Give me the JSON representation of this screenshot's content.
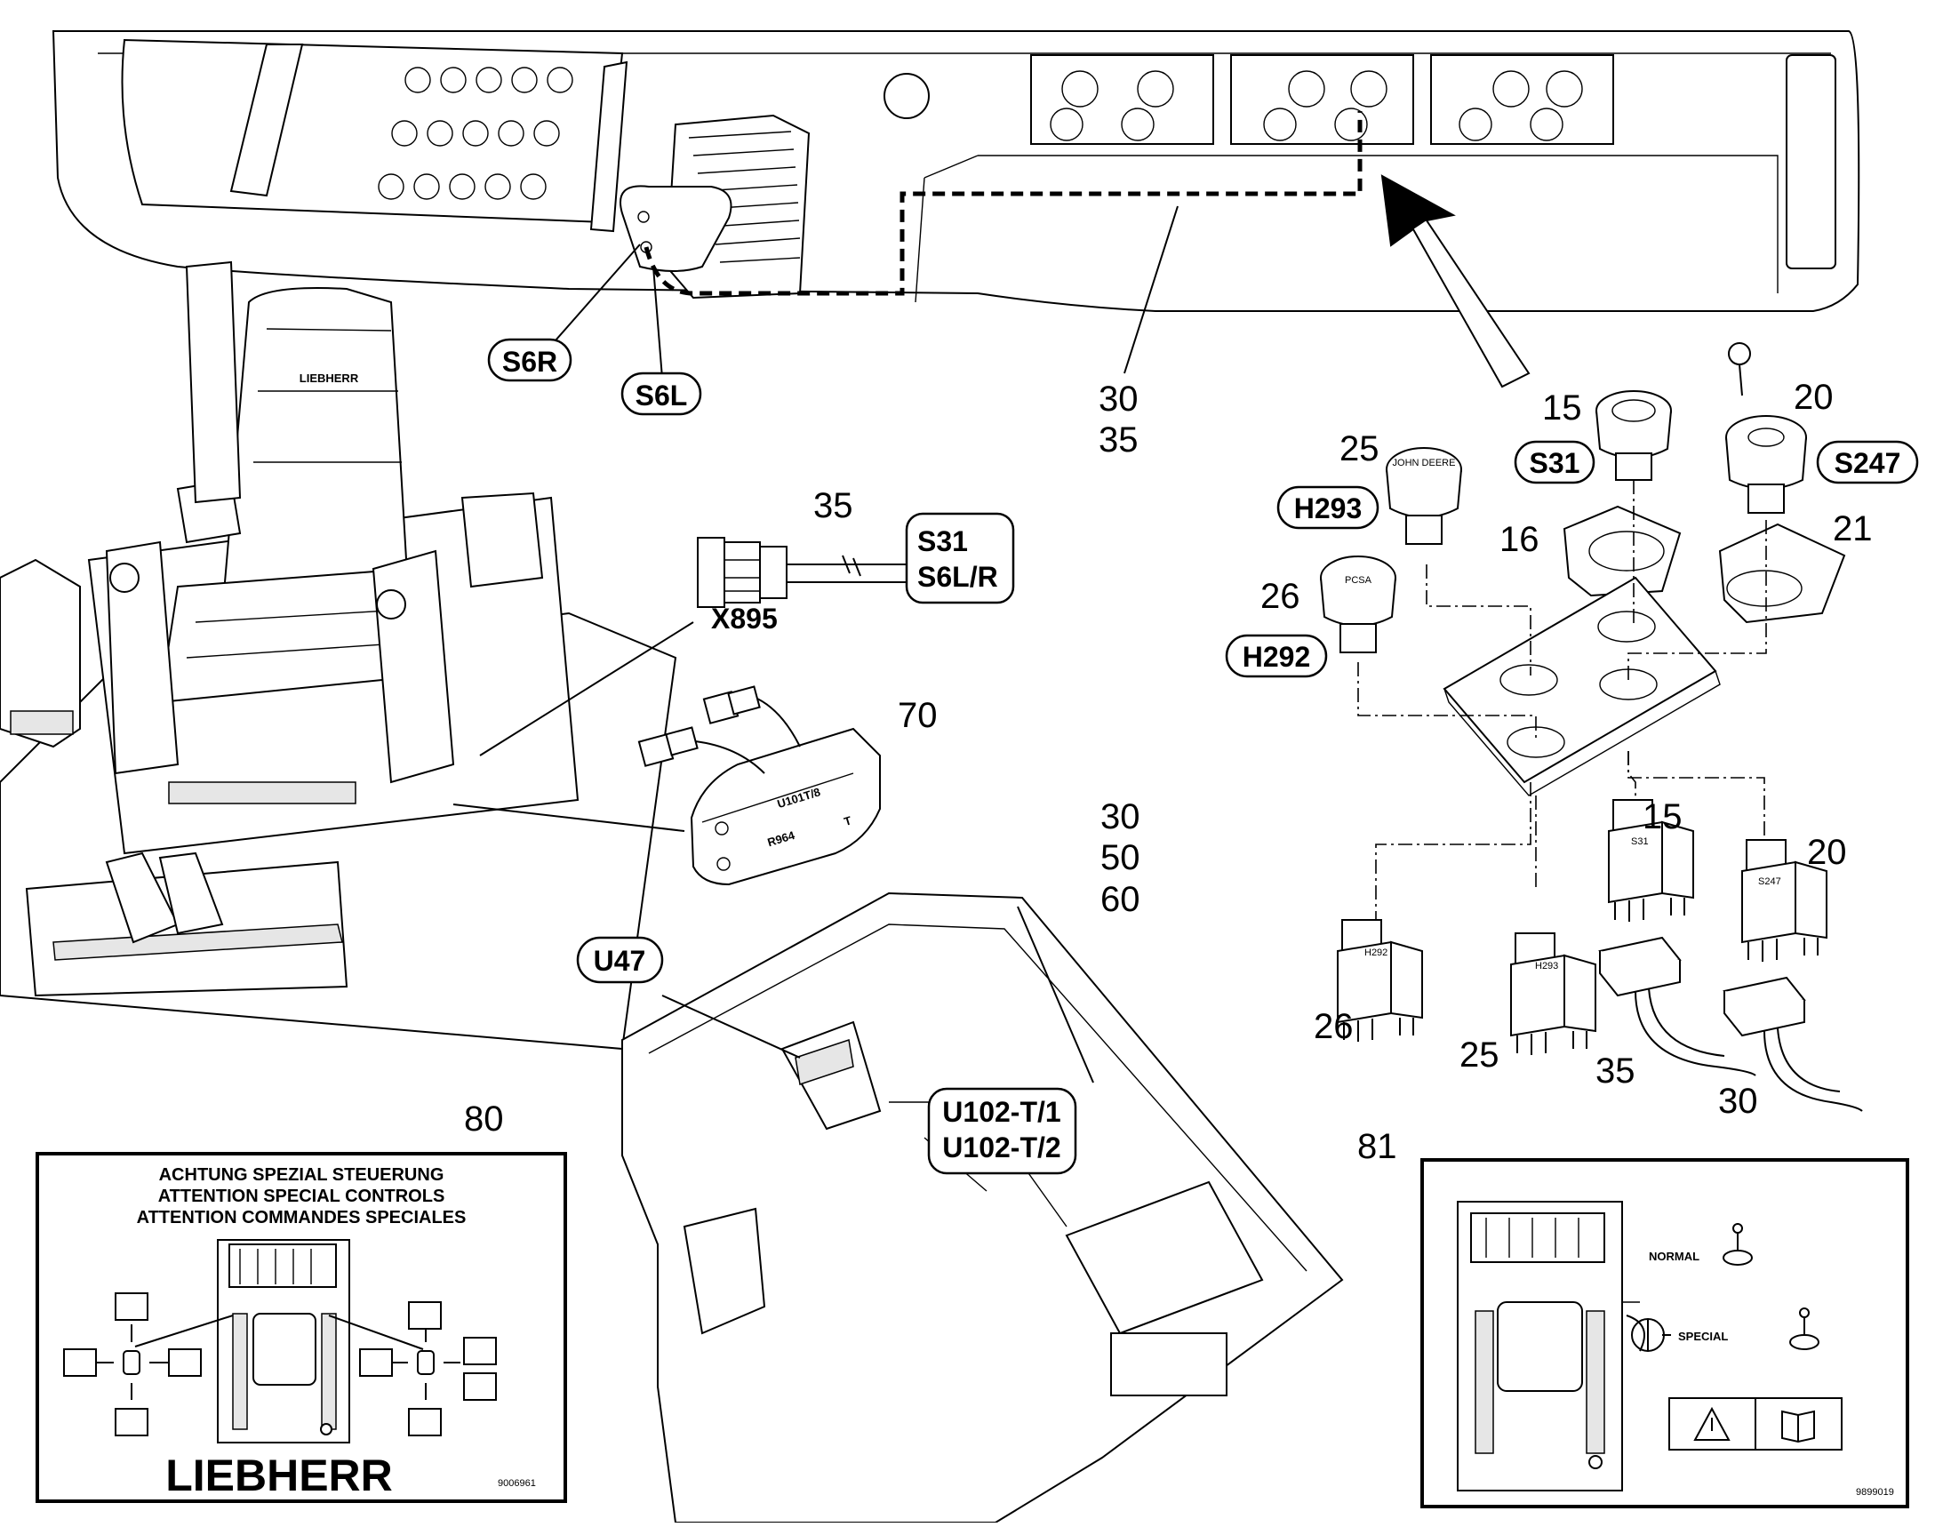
{
  "callouts": {
    "n30_top": "30",
    "n35_top": "35",
    "n35_conn": "35",
    "n70": "70",
    "n30_ctrl": "30",
    "n50_ctrl": "50",
    "n60_ctrl": "60",
    "n15_top": "15",
    "n20_top": "20",
    "n25_top": "25",
    "n16": "16",
    "n21": "21",
    "n26_top": "26",
    "n15_sw": "15",
    "n20_sw": "20",
    "n26_sw": "26",
    "n25_sw": "25",
    "n35_sw": "35",
    "n30_sw": "30",
    "n80": "80",
    "n81": "81"
  },
  "labels": {
    "s6r": "S6R",
    "s6l": "S6L",
    "s31": "S31",
    "s247": "S247",
    "h293": "H293",
    "h292": "H292",
    "u47": "U47",
    "u102_1": "U102-T/1",
    "u102_2": "U102-T/2",
    "conn_s31": "S31",
    "conn_s6lr": "S6L/R",
    "x895": "X895"
  },
  "module_label": {
    "line1": "U101T/8",
    "line2": "R964",
    "line3": "T"
  },
  "cap_labels": {
    "john_deere": "JOHN DEERE",
    "pcsa": "PCSA"
  },
  "seat_brand": "LIEBHERR",
  "decal_80": {
    "line1": "ACHTUNG SPEZIAL STEUERUNG",
    "line2": "ATTENTION SPECIAL CONTROLS",
    "line3": "ATTENTION COMMANDES SPECIALES",
    "brand": "LIEBHERR",
    "part_no": "9006961"
  },
  "decal_81": {
    "normal": "NORMAL",
    "special": "SPECIAL",
    "part_no": "9899019"
  },
  "switch_body_labels": {
    "h292": "H292",
    "h293": "H293",
    "s31": "S31",
    "s247": "S247"
  }
}
